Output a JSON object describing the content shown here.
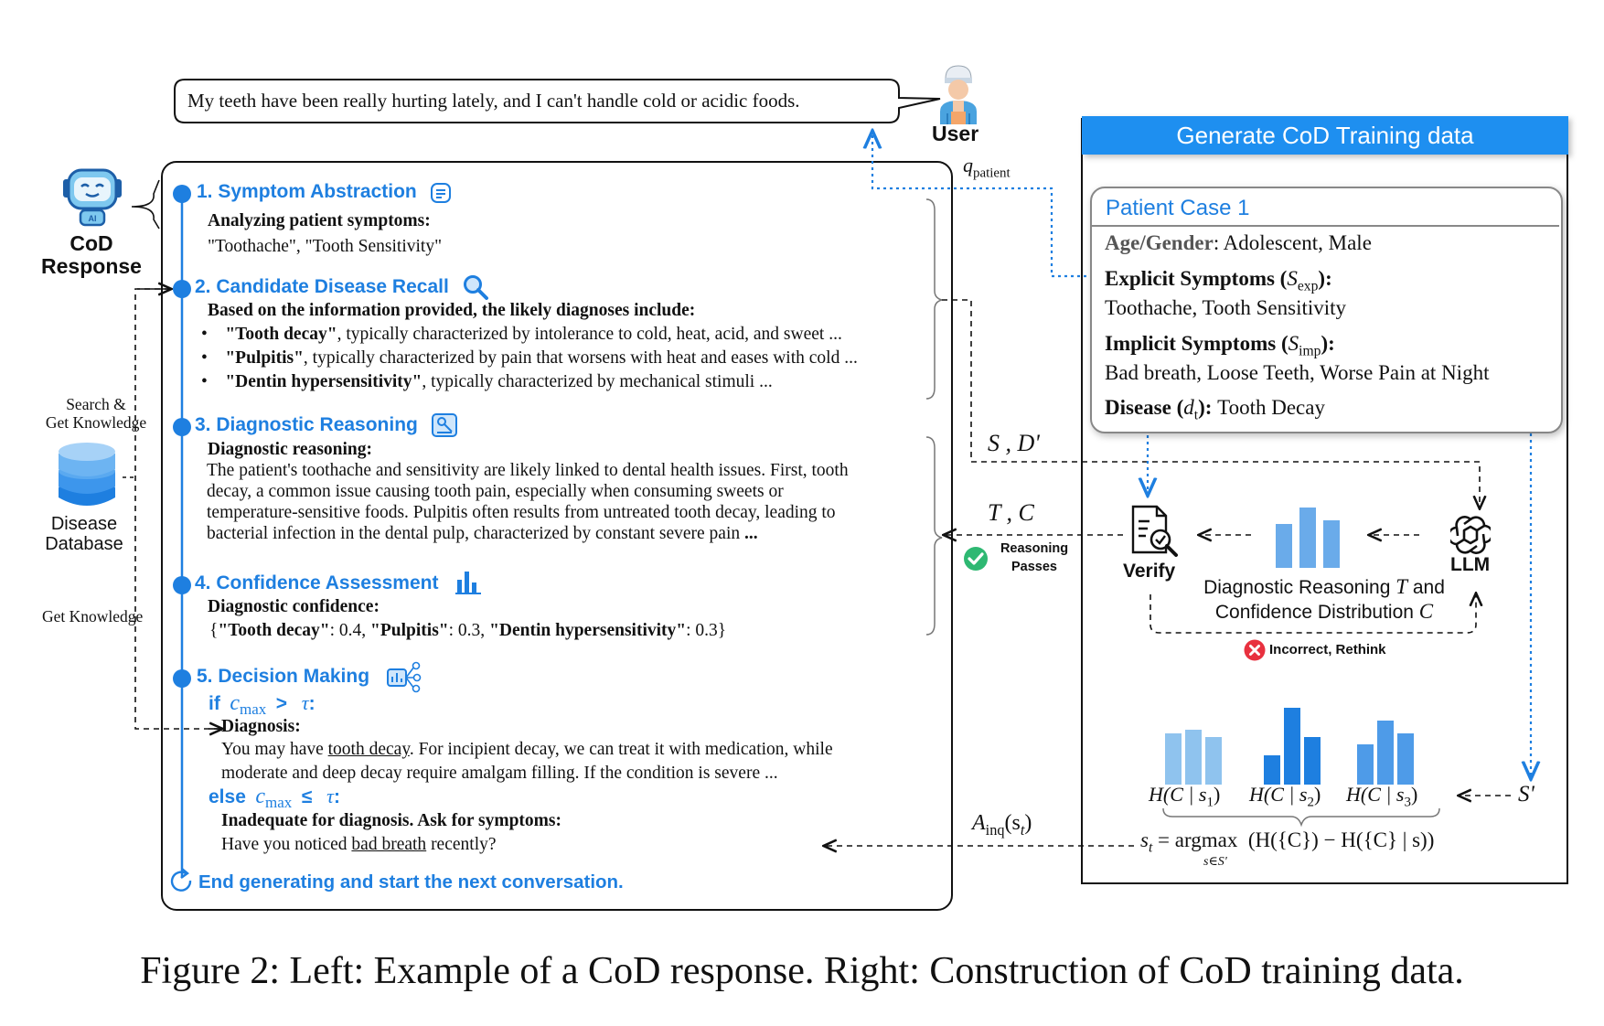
{
  "user_speech": "My teeth have been really hurting lately, and I can't handle cold or acidic foods.",
  "user_label": "User",
  "q_patient": "q",
  "q_patient_sub": "patient",
  "cod_label_1": "CoD",
  "cod_label_2": "Response",
  "steps": [
    {
      "title": "1. Symptom Abstraction",
      "heading": "Analyzing patient symptoms:",
      "body": "\"Toothache\", \"Tooth Sensitivity\""
    },
    {
      "title": "2. Candidate Disease Recall",
      "heading": "Based on the information provided, the likely diagnoses include:",
      "bullets": [
        {
          "bold": "\"Tooth decay\"",
          "rest": ", typically characterized by intolerance to cold, heat, acid, and sweet ..."
        },
        {
          "bold": "\"Pulpitis\"",
          "rest": ", typically characterized by pain that worsens with heat and eases with cold ..."
        },
        {
          "bold": "\"Dentin hypersensitivity\"",
          "rest": ", typically characterized by mechanical stimuli ..."
        }
      ]
    },
    {
      "title": "3. Diagnostic Reasoning",
      "heading": "Diagnostic reasoning:",
      "lines": [
        "The patient's toothache and sensitivity are likely linked to dental health issues. First, tooth",
        "decay, a common issue causing tooth pain, especially when consuming sweets or",
        "temperature-sensitive foods. Pulpitis often results from untreated tooth decay, leading to",
        "bacterial infection in the dental pulp, characterized by constant severe pain"
      ],
      "ellipsis": " ..."
    },
    {
      "title": "4. Confidence Assessment",
      "heading": "Diagnostic confidence:",
      "conf": [
        {
          "k": "\"Tooth decay\"",
          "v": ": 0.4, "
        },
        {
          "k": "\"Pulpitis\"",
          "v": ": 0.3, "
        },
        {
          "k": "\"Dentin hypersensitivity\"",
          "v": ": 0.3}"
        }
      ],
      "open_brace": "{"
    },
    {
      "title": "5. Decision Making",
      "if_kw": "if",
      "else_kw": "else",
      "c_max": "c",
      "c_max_sub": "max",
      "gt": ">",
      "le": "≤",
      "tau": "τ",
      "colon": ":",
      "diag_heading": "Diagnosis:",
      "diag_l1_a": "You may have ",
      "diag_l1_u": "tooth decay",
      "diag_l1_b": ". For incipient decay, we can treat it with medication, while",
      "diag_l2": "moderate and deep decay require amalgam filling. If the condition is severe ...",
      "inad_heading": "Inadequate for diagnosis. Ask for symptoms:",
      "inad_a": "Have you noticed ",
      "inad_u": "bad breath",
      "inad_b": " recently?"
    }
  ],
  "end_text": "End generating and start the next conversation.",
  "search_label_1": "Search &",
  "search_label_2": "Get Knowledge",
  "get_knowledge": "Get Knowledge",
  "db_label_1": "Disease",
  "db_label_2": "Database",
  "right_panel_title": "Generate CoD Training data",
  "patient_case": {
    "title": "Patient Case 1",
    "age_label": "Age/Gender",
    "age_value": ":  Adolescent, Male",
    "explicit_label": "Explicit Symptoms (",
    "explicit_sym": "S",
    "explicit_sub": "exp",
    "explicit_end": "):",
    "explicit_value": "Toothache, Tooth Sensitivity",
    "implicit_label": "Implicit Symptoms (",
    "implicit_sym": "S",
    "implicit_sub": "imp",
    "implicit_end": "):",
    "implicit_value": "Bad breath, Loose Teeth, Worse Pain at Night",
    "disease_label": "Disease (",
    "disease_sym": "d",
    "disease_sub": "t",
    "disease_end": "): ",
    "disease_value": "Tooth Decay"
  },
  "s_d": "S , D'",
  "t_c": "T , C",
  "reasoning_passes_1": "Reasoning",
  "reasoning_passes_2": "Passes",
  "verify_label": "Verify",
  "llm_label": "LLM",
  "diag_dist_1a": "Diagnostic Reasoning ",
  "diag_dist_1t": "T",
  "diag_dist_1b": " and",
  "diag_dist_2a": "Confidence Distribution ",
  "diag_dist_2c": "C",
  "incorrect": "Incorrect, Rethink",
  "entropy_labels": [
    "H(C | s",
    "H(C | s",
    "H(C | s"
  ],
  "entropy_subs": [
    "1",
    "2",
    "3"
  ],
  "entropy_close": ")",
  "s_prime": "S'",
  "a_inq": "A",
  "a_inq_sub": "inq",
  "a_inq_arg": "(s",
  "a_inq_arg_sub": "t",
  "a_inq_close": ")",
  "formula_lhs": "s",
  "formula_lhs_sub": "t",
  "formula_eq": " = argmax ",
  "formula_rhs": "(H({C}) − H({C} | s))",
  "formula_under": "s∈S'",
  "caption": "Figure 2: Left: Example of a CoD response. Right: Construction of CoD training data.",
  "colors": {
    "accent": "#1e7fe0",
    "light_blue": "#7fb6ea",
    "mid_blue": "#4e9be8",
    "green": "#2eb872",
    "red": "#e8313f"
  }
}
